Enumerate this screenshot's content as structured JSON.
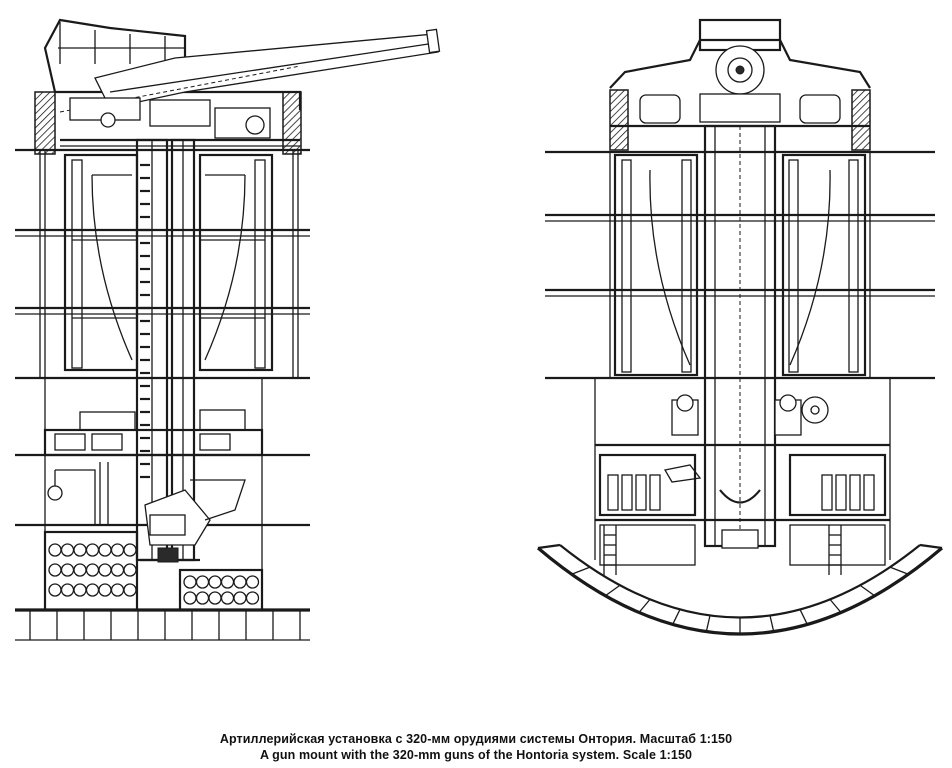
{
  "figure": {
    "caption_ru": "Артиллерийская установка с 320-мм орудиями системы Онтория. Масштаб 1:150",
    "caption_en": "A gun mount with the 320-mm guns of the Hontoria system. Scale 1:150"
  },
  "views": {
    "left": "longitudinal-section",
    "right": "transverse-section"
  },
  "colors": {
    "line": "#1a1a1a",
    "hatch": "#2a2a2a",
    "background": "#ffffff"
  }
}
